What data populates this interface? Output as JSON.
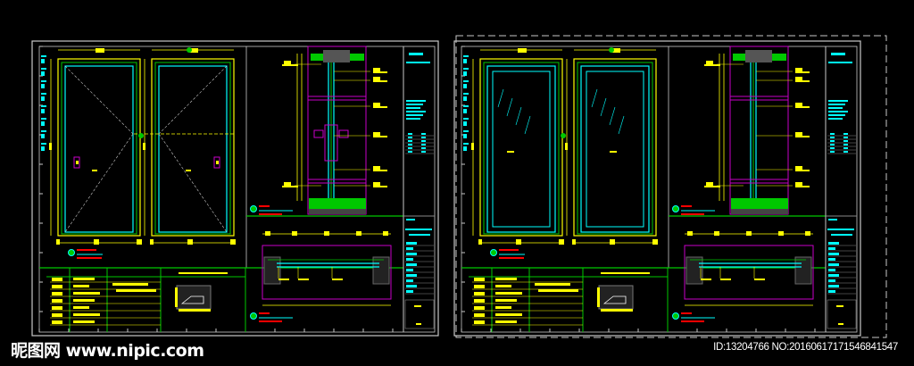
{
  "watermark": {
    "logo": "昵图网 www.nipic.com",
    "id_text": "ID:13204766 NO:20160617171546841547"
  },
  "colors": {
    "background": "#000000",
    "frame": "#c8c8c8",
    "yellow": "#ffff00",
    "cyan": "#00ffff",
    "green": "#00c800",
    "magenta": "#c800c8",
    "red": "#ff0000"
  },
  "sheets": [
    {
      "name": "door-sheet-solid",
      "border": "solid"
    },
    {
      "name": "door-sheet-glass",
      "border": "dashed"
    }
  ]
}
